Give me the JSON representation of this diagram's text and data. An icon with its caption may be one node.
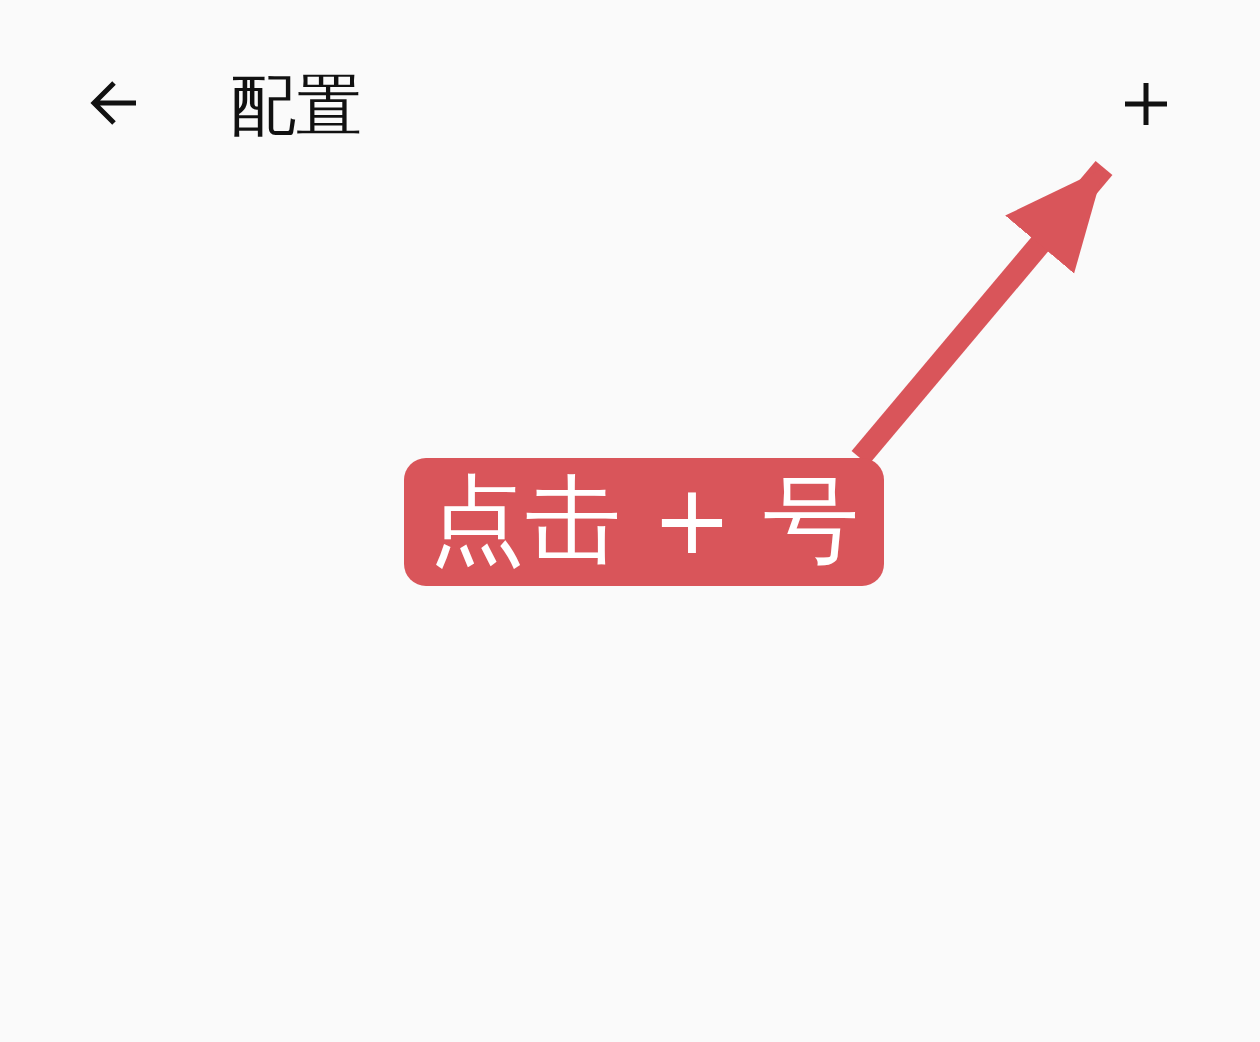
{
  "diagram": {
    "title": "配置",
    "nodes": [
      {
        "text": [
          "点击 + 号"
        ]
      },
      {
        "text": [],
        "shape": "cross"
      }
    ],
    "edges": [
      {
        "from": 0,
        "to": 1,
        "arrow": "to",
        "color": "#d9555a"
      }
    ]
  }
}
